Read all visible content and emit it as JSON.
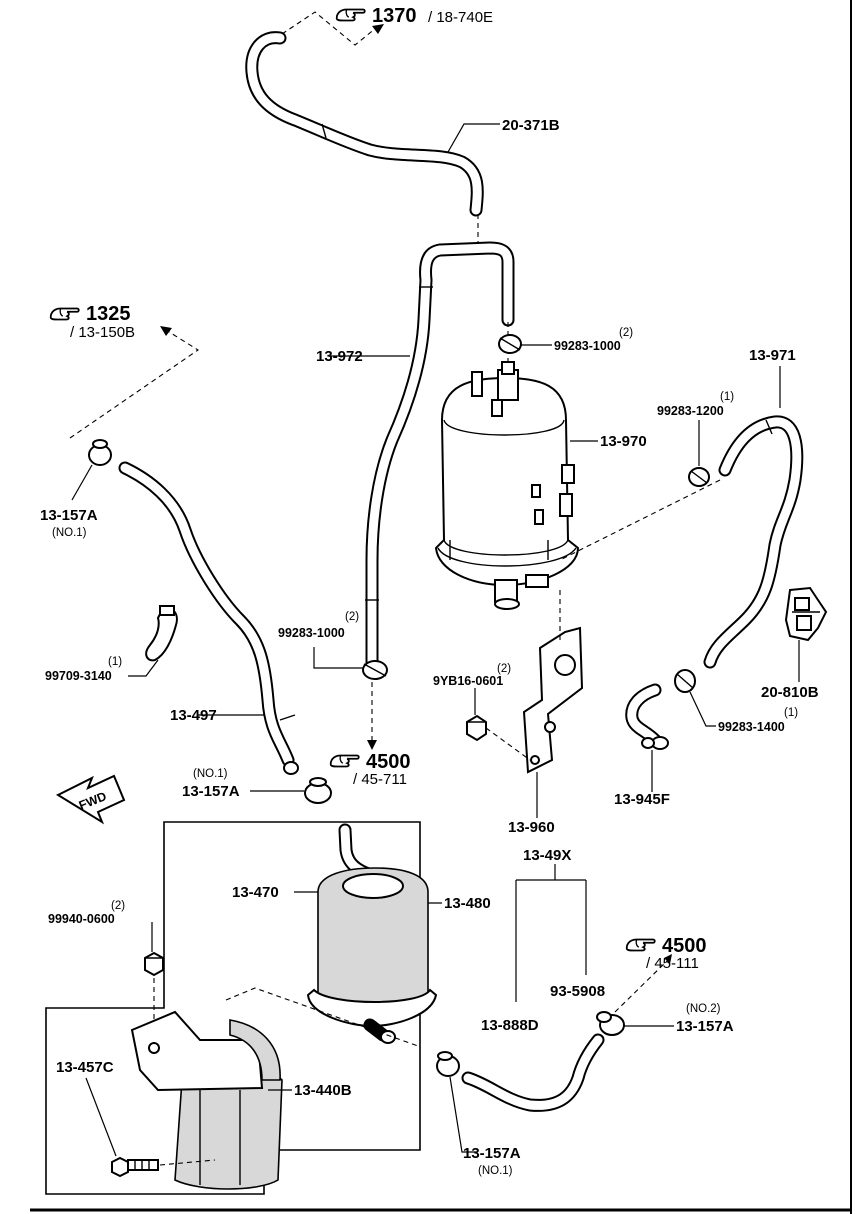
{
  "refs": {
    "r1370": {
      "num": "1370",
      "page": "/ 18-740E"
    },
    "r1325": {
      "num": "1325",
      "page": "/ 13-150B"
    },
    "r4500a": {
      "num": "4500",
      "page": "/ 45-711"
    },
    "r4500b": {
      "num": "4500",
      "page": "/ 45-111"
    }
  },
  "parts": {
    "p20_371B": "20-371B",
    "p13_972": "13-972",
    "p99283_1000a": "99283-1000",
    "p99283_1000a_qty": "(2)",
    "p13_970": "13-970",
    "p13_971": "13-971",
    "p99283_1200": "99283-1200",
    "p99283_1200_qty": "(1)",
    "p13_157A_a": "13-157A",
    "p13_157A_a_note": "(NO.1)",
    "p99709_3140": "99709-3140",
    "p99709_3140_qty": "(1)",
    "p99283_1000b": "99283-1000",
    "p99283_1000b_qty": "(2)",
    "p9YB16_0601": "9YB16-0601",
    "p9YB16_0601_qty": "(2)",
    "p20_810B": "20-810B",
    "p99283_1400": "99283-1400",
    "p99283_1400_qty": "(1)",
    "p13_497": "13-497",
    "p13_157A_b_note": "(NO.1)",
    "p13_157A_b": "13-157A",
    "p13_945F": "13-945F",
    "p13_960": "13-960",
    "fwd": "FWD",
    "p99940_0600_qty": "(2)",
    "p99940_0600": "99940-0600",
    "p13_470": "13-470",
    "p13_480": "13-480",
    "p13_49X": "13-49X",
    "p93_5908": "93-5908",
    "p13_888D": "13-888D",
    "p13_157A_c_note": "(NO.2)",
    "p13_157A_c": "13-157A",
    "p13_457C": "13-457C",
    "p13_440B": "13-440B",
    "p13_157A_d": "13-157A",
    "p13_157A_d_note": "(NO.1)"
  },
  "icons": [
    "hand-pointer-icon",
    "fwd-arrow-icon"
  ]
}
